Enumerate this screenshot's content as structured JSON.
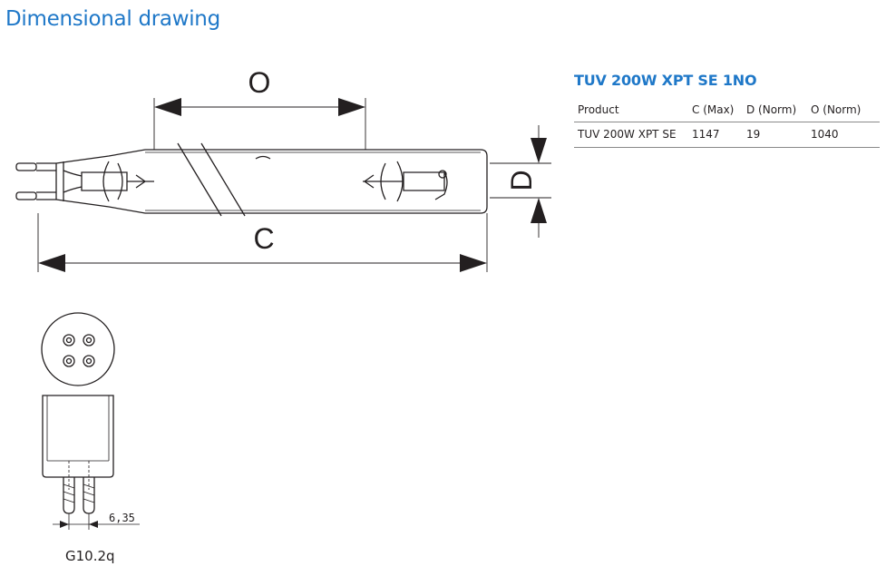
{
  "header": {
    "title": "Dimensional drawing"
  },
  "drawing": {
    "label_o": "O",
    "label_c": "C",
    "label_d": "D",
    "pin_spacing": "6,35",
    "base_label": "G10.2q"
  },
  "spec": {
    "product_title": "TUV 200W XPT SE 1NO",
    "columns": [
      "Product",
      "C (Max)",
      "D (Norm)",
      "O (Norm)"
    ],
    "rows": [
      {
        "product": "TUV 200W XPT SE",
        "c_max": "1147",
        "d_norm": "19",
        "o_norm": "1040"
      }
    ]
  }
}
